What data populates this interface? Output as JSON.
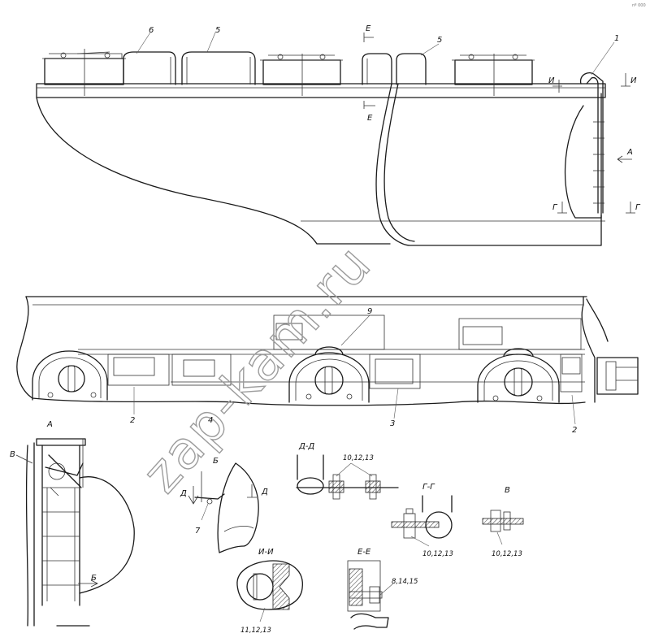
{
  "watermark": "zap-kam.ru",
  "corner_note": "nº 000",
  "labels": {
    "callout_1": "1",
    "callout_2a": "2",
    "callout_2b": "2",
    "callout_3": "3",
    "callout_4": "4",
    "callout_5a": "5",
    "callout_5b": "5",
    "callout_6": "6",
    "callout_7": "7",
    "callout_9": "9",
    "arrow_A": "А",
    "arrow_B": "Б",
    "mark_V": "В",
    "mark_B_small": "Б",
    "cut_E_top": "Е",
    "cut_E_bot": "Е",
    "cut_I_left": "И",
    "cut_I_right": "И",
    "cut_G_left": "Г",
    "cut_G_right": "Г",
    "cut_D_left": "Д",
    "cut_D_right": "Д"
  },
  "views": {
    "view_A": "А",
    "section_DD": "Д-Д",
    "section_GG": "Г-Г",
    "view_V": "В",
    "section_II": "И-И",
    "section_EE": "Е-Е"
  },
  "fasteners": {
    "dd": "10,12,13",
    "gg": "10,12,13",
    "v": "10,12,13",
    "ii": "11,12,13",
    "ee": "8,14,15"
  }
}
